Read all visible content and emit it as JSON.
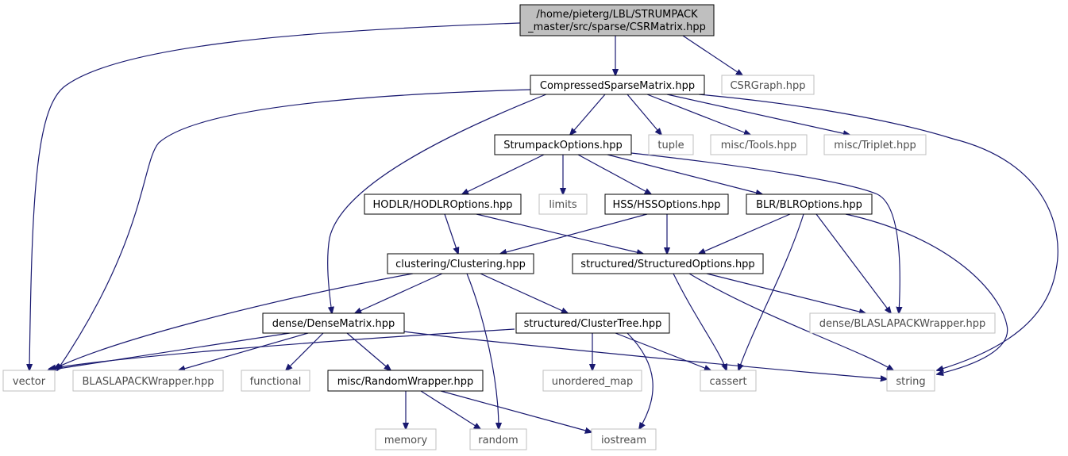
{
  "graph": {
    "root": {
      "lines": [
        "/home/pieterg/LBL/STRUMPACK",
        "_master/src/sparse/CSRMatrix.hpp"
      ]
    },
    "nodes": {
      "compressed_sparse_matrix": "CompressedSparseMatrix.hpp",
      "csr_graph": "CSRGraph.hpp",
      "strumpack_options": "StrumpackOptions.hpp",
      "tuple": "tuple",
      "misc_tools": "misc/Tools.hpp",
      "misc_triplet": "misc/Triplet.hpp",
      "hodlr_options": "HODLR/HODLROptions.hpp",
      "limits": "limits",
      "hss_options": "HSS/HSSOptions.hpp",
      "blr_options": "BLR/BLROptions.hpp",
      "clustering": "clustering/Clustering.hpp",
      "structured_options": "structured/StructuredOptions.hpp",
      "dense_matrix": "dense/DenseMatrix.hpp",
      "cluster_tree": "structured/ClusterTree.hpp",
      "dense_blaslapack_wrapper": "dense/BLASLAPACKWrapper.hpp",
      "vector": "vector",
      "blaslapack_wrapper": "BLASLAPACKWrapper.hpp",
      "functional": "functional",
      "random_wrapper": "misc/RandomWrapper.hpp",
      "unordered_map": "unordered_map",
      "cassert": "cassert",
      "string": "string",
      "memory": "memory",
      "random": "random",
      "iostream": "iostream"
    }
  },
  "colors": {
    "edge": "#191970",
    "root_fill": "#bfbfbf",
    "external_border": "#bfbfbf",
    "internal_border": "#000000"
  }
}
